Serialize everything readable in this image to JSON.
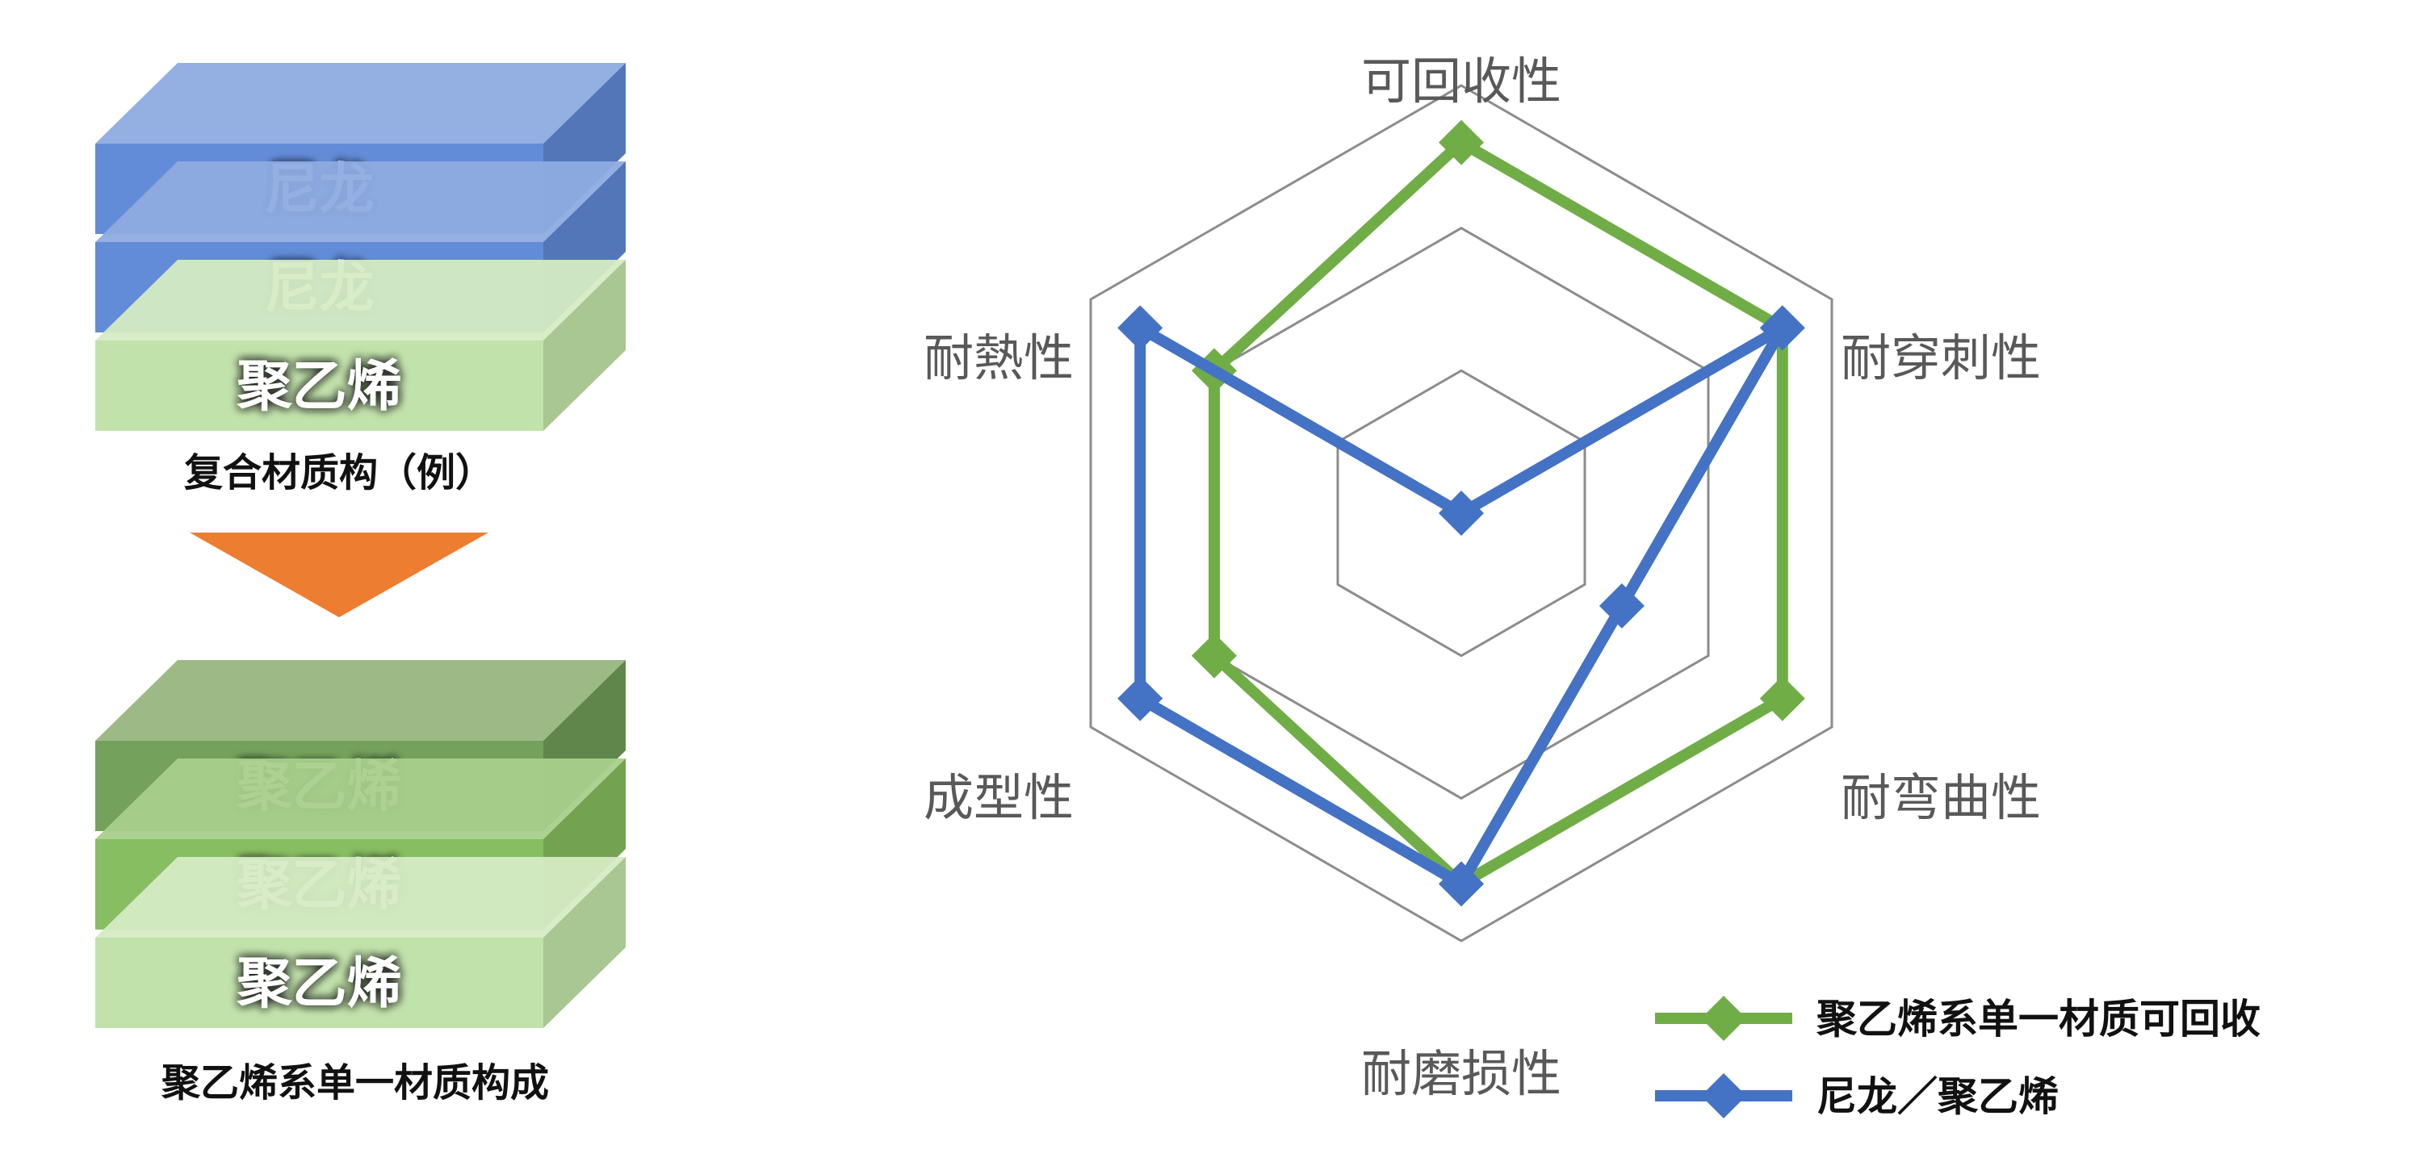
{
  "composite": {
    "layers": [
      "尼龙",
      "尼龙",
      "聚乙烯"
    ],
    "caption": "复合材质构（例）"
  },
  "mono": {
    "layers": [
      "聚乙烯",
      "聚乙烯",
      "聚乙烯"
    ],
    "caption": "聚乙烯系单一材质构成"
  },
  "colors": {
    "nylon_front": "#5B86D6",
    "nylon_top": "#8EABE0",
    "nylon_side": "#4A6FB5",
    "pe_light_front": "#BFE0A8",
    "pe_light_top": "#D5EBC4",
    "pe_light_side": "#A3C48C",
    "pe_mid_front": "#82BA5A",
    "pe_mid_top": "#A8CF8B",
    "pe_mid_side": "#6C9E48",
    "pe_dark_front": "#6D9C52",
    "pe_dark_top": "#97B57F",
    "pe_dark_side": "#587F41",
    "arrow": "#ED7D31",
    "grid": "#8C8C8C",
    "series_pe": "#70AD47",
    "series_nylon": "#4472C4"
  },
  "chart_data": {
    "type": "radar",
    "axes": [
      "可回收性",
      "耐穿刺性",
      "耐弯曲性",
      "耐磨损性",
      "成型性",
      "耐熱性"
    ],
    "rings": 3,
    "rmax": 3,
    "grid": true,
    "legend_position": "bottom-right",
    "series": [
      {
        "name": "聚乙烯系单一材质可回收",
        "color": "#70AD47",
        "values": [
          2.6,
          2.6,
          2.6,
          2.6,
          2.0,
          2.0
        ]
      },
      {
        "name": "尼龙／聚乙烯",
        "color": "#4472C4",
        "values": [
          0.0,
          2.6,
          1.3,
          2.6,
          2.6,
          2.6
        ]
      }
    ]
  }
}
